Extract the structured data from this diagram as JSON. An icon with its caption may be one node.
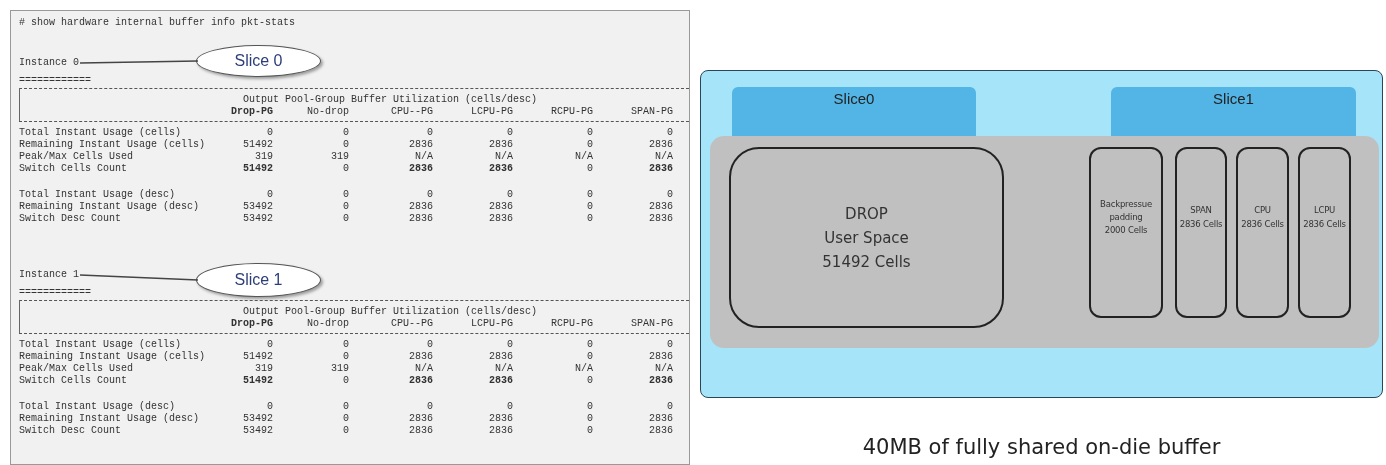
{
  "diagram": {
    "nodes": [
      {
        "text": [
          "# show hardware internal buffer info pkt-stats"
        ]
      },
      {
        "text": [
          "Instance 0"
        ],
        "in": 0
      },
      {
        "text": [
          "Slice 0"
        ],
        "in": 0
      },
      {
        "text": [
          "Instance 1"
        ],
        "in": 0
      },
      {
        "text": [
          "Slice 1"
        ],
        "in": 0
      },
      {
        "text": [],
        "shape": "box",
        "beside": [
          "40MB of fully shared on-die buffer"
        ]
      },
      {
        "text": [
          "Slice0"
        ],
        "in": 5
      },
      {
        "text": [
          "Slice1"
        ],
        "in": 5
      },
      {
        "text": [],
        "shape": "box",
        "in": 5
      },
      {
        "text": [
          "DROP",
          "User Space",
          "51492 Cells"
        ],
        "in": 8
      },
      {
        "text": [
          "Backpressue",
          "padding",
          "2000 Cells"
        ],
        "in": 8
      },
      {
        "text": [
          "SPAN",
          "2836 Cells"
        ],
        "in": 8
      },
      {
        "text": [
          "CPU",
          "2836 Cells"
        ],
        "in": 8
      },
      {
        "text": [
          "LCPU",
          "2836 Cells"
        ],
        "in": 8
      }
    ],
    "edges": [
      {
        "from": 2,
        "to": 1,
        "arrow": "none"
      },
      {
        "from": 4,
        "to": 3,
        "arrow": "none"
      }
    ],
    "labels": [
      "============",
      "Output Pool-Group Buffer Utilization (cells/desc)",
      "Drop-PG",
      "No-drop",
      "CPU--PG",
      "LCPU-PG",
      "RCPU-PG",
      "SPAN-PG",
      "Total Instant Usage (cells)",
      "0",
      "0",
      "0",
      "0",
      "0",
      "0",
      "Remaining Instant Usage (cells)",
      "51492",
      "0",
      "2836",
      "2836",
      "0",
      "2836",
      "Peak/Max Cells Used",
      "319",
      "319",
      "N/A",
      "N/A",
      "N/A",
      "N/A",
      "Switch Cells Count",
      "51492",
      "0",
      "2836",
      "2836",
      "0",
      "2836",
      "Total Instant Usage (desc)",
      "0",
      "0",
      "0",
      "0",
      "0",
      "0",
      "Remaining Instant Usage (desc)",
      "53492",
      "0",
      "2836",
      "2836",
      "0",
      "2836",
      "Switch Desc Count",
      "53492",
      "0",
      "2836",
      "2836",
      "0",
      "2836",
      "============",
      "Output Pool-Group Buffer Utilization (cells/desc)",
      "Drop-PG",
      "No-drop",
      "CPU--PG",
      "LCPU-PG",
      "RCPU-PG",
      "SPAN-PG",
      "Total Instant Usage (cells)",
      "0",
      "0",
      "0",
      "0",
      "0",
      "0",
      "Remaining Instant Usage (cells)",
      "51492",
      "0",
      "2836",
      "2836",
      "0",
      "2836",
      "Peak/Max Cells Used",
      "319",
      "319",
      "N/A",
      "N/A",
      "N/A",
      "N/A",
      "Switch Cells Count",
      "51492",
      "0",
      "2836",
      "2836",
      "0",
      "2836",
      "Total Instant Usage (desc)",
      "0",
      "0",
      "0",
      "0",
      "0",
      "0",
      "Remaining Instant Usage (desc)",
      "53492",
      "0",
      "2836",
      "2836",
      "0",
      "2836",
      "Switch Desc Count",
      "53492",
      "0",
      "2836",
      "2836",
      "0",
      "2836"
    ]
  }
}
